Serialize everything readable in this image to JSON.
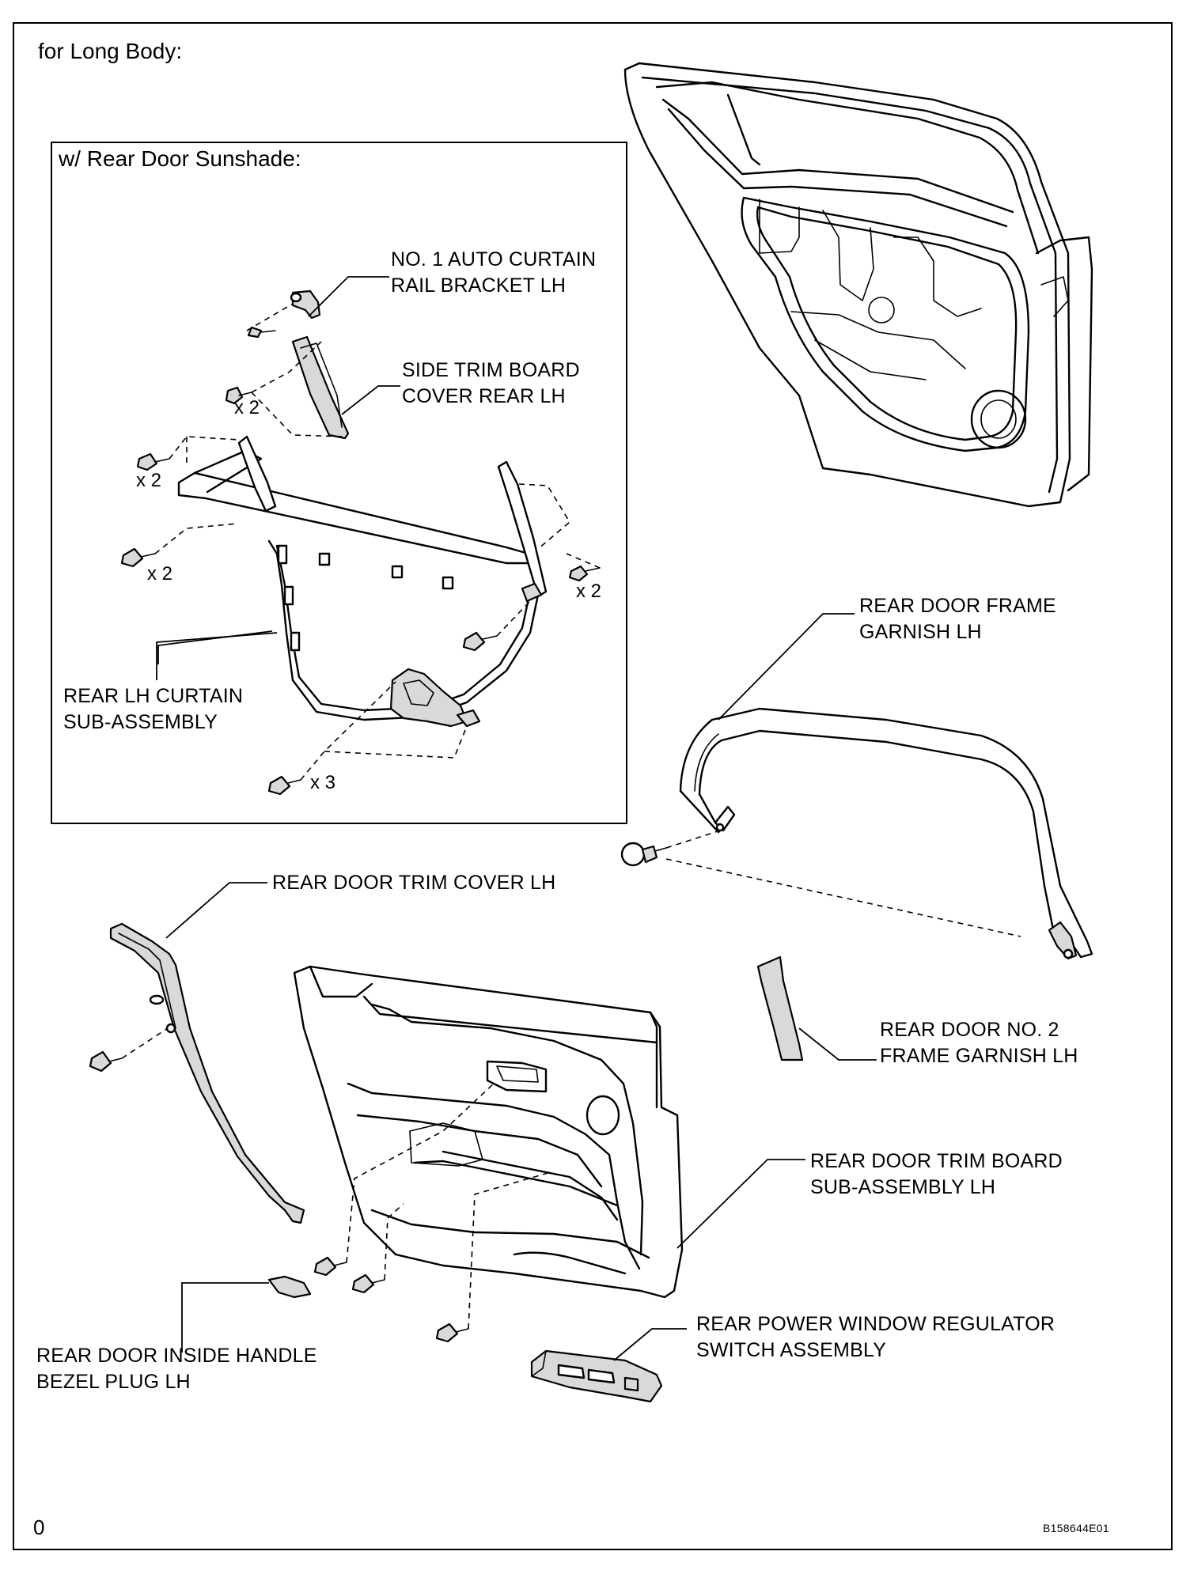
{
  "header": {
    "section_title": "for Long Body:"
  },
  "inset": {
    "title": "w/ Rear Door Sunshade:"
  },
  "labels": {
    "rail_bracket": [
      "NO. 1 AUTO CURTAIN",
      "RAIL BRACKET LH"
    ],
    "side_trim_cover": [
      "SIDE TRIM BOARD",
      "COVER REAR LH"
    ],
    "curtain": [
      "REAR LH CURTAIN",
      "SUB-ASSEMBLY"
    ],
    "frame_garnish": [
      "REAR DOOR FRAME",
      "GARNISH LH"
    ],
    "trim_cover": [
      "REAR DOOR TRIM COVER LH"
    ],
    "no2_garnish": [
      "REAR DOOR NO. 2",
      "FRAME GARNISH LH"
    ],
    "trim_board": [
      "REAR DOOR TRIM BOARD",
      "SUB-ASSEMBLY LH"
    ],
    "handle_plug": [
      "REAR DOOR INSIDE HANDLE",
      "BEZEL PLUG LH"
    ],
    "window_switch": [
      "REAR POWER WINDOW REGULATOR",
      "SWITCH ASSEMBLY"
    ]
  },
  "quantities": {
    "side_cover_screws": "x 2",
    "curtain_top_left": "x 2",
    "curtain_mid_left": "x 2",
    "curtain_right": "x 2",
    "curtain_bottom": "x 3"
  },
  "footer": {
    "page_number": "0",
    "figure_code": "B158644E01"
  }
}
